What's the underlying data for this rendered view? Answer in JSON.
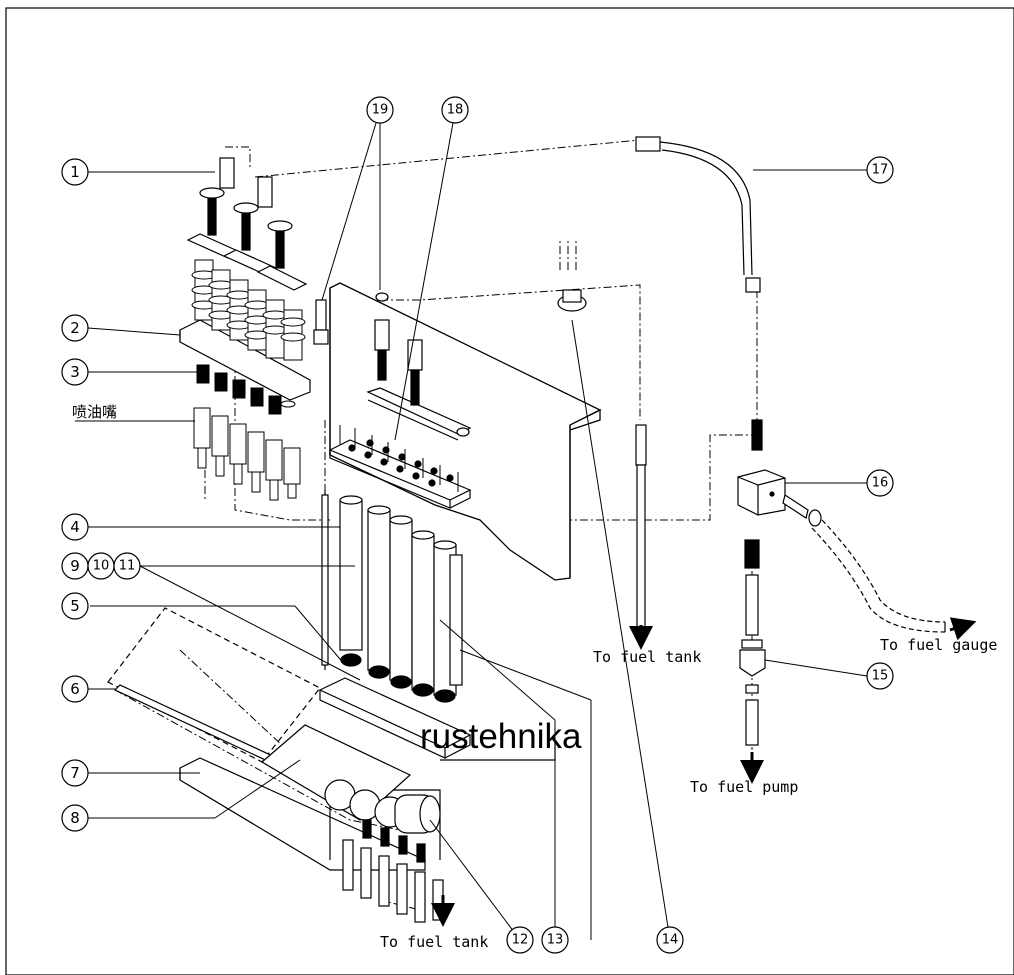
{
  "diagram": {
    "callouts": [
      {
        "id": "c1",
        "label": "1"
      },
      {
        "id": "c2",
        "label": "2"
      },
      {
        "id": "c3",
        "label": "3"
      },
      {
        "id": "c4",
        "label": "4"
      },
      {
        "id": "c5",
        "label": "5"
      },
      {
        "id": "c6",
        "label": "6"
      },
      {
        "id": "c7",
        "label": "7"
      },
      {
        "id": "c8",
        "label": "8"
      },
      {
        "id": "c9",
        "label": "9"
      },
      {
        "id": "c10",
        "label": "10"
      },
      {
        "id": "c11",
        "label": "11"
      },
      {
        "id": "c12",
        "label": "12"
      },
      {
        "id": "c13",
        "label": "13"
      },
      {
        "id": "c14",
        "label": "14"
      },
      {
        "id": "c15",
        "label": "15"
      },
      {
        "id": "c16",
        "label": "16"
      },
      {
        "id": "c17",
        "label": "17"
      },
      {
        "id": "c18",
        "label": "18"
      },
      {
        "id": "c19",
        "label": "19"
      }
    ],
    "labels": {
      "nozzle_cn": "喷油嘴",
      "to_fuel_tank_right": "To fuel tank",
      "to_fuel_tank_bottom": "To fuel tank",
      "to_fuel_gauge": "To fuel gauge",
      "to_fuel_pump": "To fuel pump"
    },
    "watermark": "rustehnika"
  }
}
